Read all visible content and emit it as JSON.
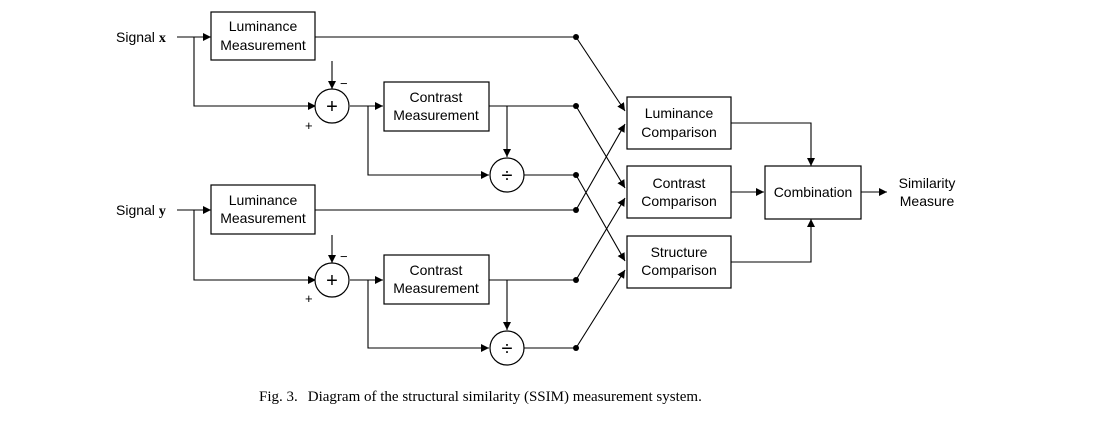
{
  "inputs": {
    "x": {
      "prefix": "Signal",
      "var": "x"
    },
    "y": {
      "prefix": "Signal",
      "var": "y"
    }
  },
  "blocks": {
    "lum_x": [
      "Luminance",
      "Measurement"
    ],
    "con_x": [
      "Contrast",
      "Measurement"
    ],
    "lum_y": [
      "Luminance",
      "Measurement"
    ],
    "con_y": [
      "Contrast",
      "Measurement"
    ],
    "lum_cmp": [
      "Luminance",
      "Comparison"
    ],
    "con_cmp": [
      "Contrast",
      "Comparison"
    ],
    "str_cmp": [
      "Structure",
      "Comparison"
    ],
    "combination": "Combination"
  },
  "operators": {
    "sum": "+",
    "divide": "÷",
    "plus_sign": "+",
    "minus_sign": "−"
  },
  "output": [
    "Similarity",
    "Measure"
  ],
  "caption": {
    "label": "Fig. 3.",
    "text": "Diagram of the structural similarity (SSIM) measurement system."
  }
}
